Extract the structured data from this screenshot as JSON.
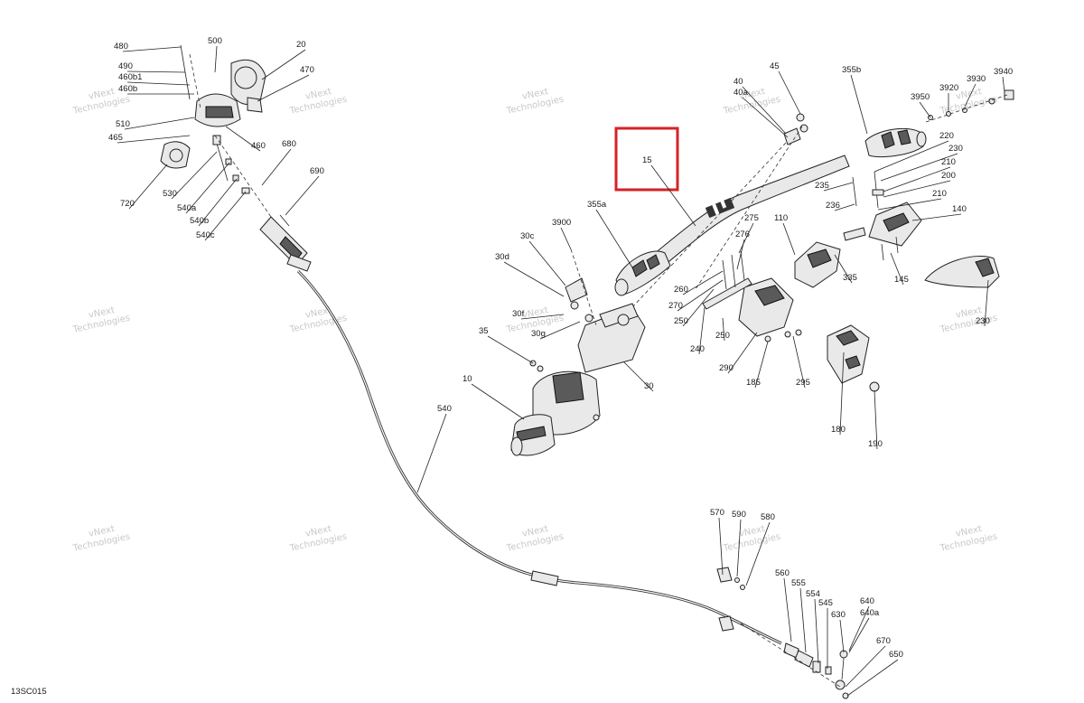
{
  "diagram": {
    "code": "13SC015",
    "watermark_line1": "vNext",
    "watermark_line2": "Technologies",
    "highlight_color": "#d62226",
    "highlighted_callout": "15",
    "callouts": [
      "480",
      "500",
      "20",
      "490",
      "460b1",
      "460b",
      "470",
      "510",
      "465",
      "460",
      "680",
      "690",
      "720",
      "530",
      "540a",
      "540b",
      "540c",
      "45",
      "40",
      "40a",
      "355b",
      "3950",
      "3920",
      "3930",
      "3940",
      "220",
      "230",
      "210",
      "200",
      "235",
      "236",
      "210",
      "140",
      "15",
      "355a",
      "3900",
      "30c",
      "30d",
      "275",
      "276",
      "110",
      "260",
      "270",
      "250",
      "240",
      "250",
      "290",
      "185",
      "295",
      "335",
      "145",
      "230",
      "30f",
      "30g",
      "30",
      "35",
      "10",
      "180",
      "190",
      "540",
      "570",
      "590",
      "580",
      "560",
      "555",
      "554",
      "545",
      "640",
      "640a",
      "630",
      "670",
      "650"
    ]
  }
}
